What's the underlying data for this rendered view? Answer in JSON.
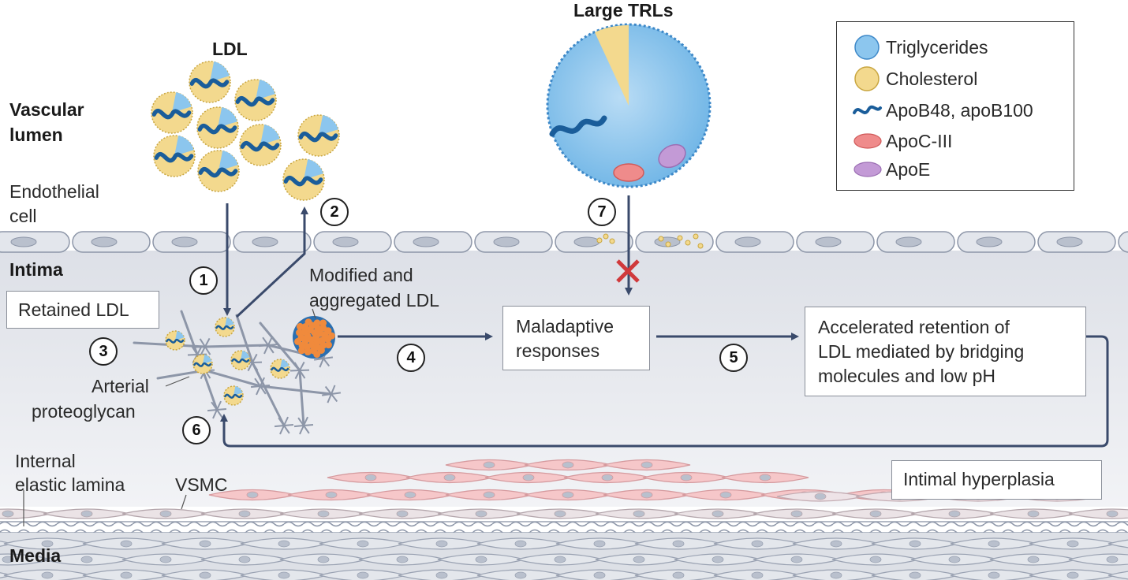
{
  "labels": {
    "large_trls": "Large TRLs",
    "ldl": "LDL",
    "vascular_lumen": [
      "Vascular",
      "lumen"
    ],
    "endothelial_cell": [
      "Endothelial",
      "cell"
    ],
    "intima": "Intima",
    "modified_ldl": [
      "Modified and",
      "aggregated LDL"
    ],
    "arterial_proteoglycan": [
      "Arterial",
      "proteoglycan"
    ],
    "internal_elastic_lamina": [
      "Internal",
      "elastic lamina"
    ],
    "vsmc": "VSMC",
    "media": "Media"
  },
  "boxes": {
    "retained_ldl": "Retained LDL",
    "maladaptive": [
      "Maladaptive",
      "responses"
    ],
    "accelerated": [
      "Accelerated retention of",
      "LDL mediated by bridging",
      "molecules and low pH"
    ],
    "intimal_hyperplasia": "Intimal hyperplasia"
  },
  "steps": [
    "1",
    "2",
    "3",
    "4",
    "5",
    "6",
    "7"
  ],
  "legend": [
    {
      "label": "Triglycerides",
      "icon": "triglyceride-sphere-icon"
    },
    {
      "label": "Cholesterol",
      "icon": "cholesterol-sphere-icon"
    },
    {
      "label": "ApoB48, apoB100",
      "icon": "apob-wave-icon"
    },
    {
      "label": "ApoC-III",
      "icon": "apociii-ellipse-icon"
    },
    {
      "label": "ApoE",
      "icon": "apoe-ellipse-icon"
    }
  ],
  "colors": {
    "triglycerides": "#6fb5e6",
    "cholesterol": "#f3d98e",
    "apob": "#1a5d9a",
    "apociii": "#ef8b8b",
    "apoe": "#c39ad6",
    "arrow": "#3a4a6b",
    "block_x": "#d0393b",
    "vsmc_pink": "#f6c7c9",
    "intima_bg": "#e7e9ee",
    "proteoglycan": "#8d96a8"
  }
}
